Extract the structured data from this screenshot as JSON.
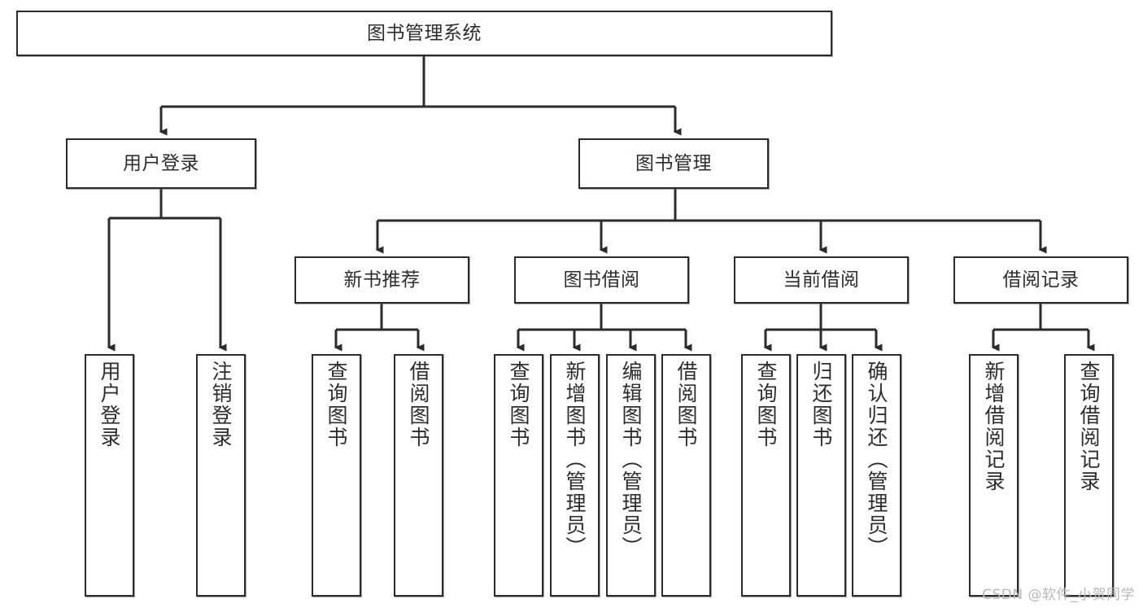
{
  "diagram": {
    "type": "tree",
    "title": "图书管理系统",
    "orientation": "top-down",
    "colors": {
      "box_border": "#2b2b2b",
      "box_fill": "#ffffff",
      "connector": "#2b2b2b",
      "text": "#2d2d2d",
      "watermark": "#b8b8b8",
      "background": "#ffffff"
    },
    "root": {
      "label": "图书管理系统"
    },
    "level2": [
      {
        "label": "用户登录"
      },
      {
        "label": "图书管理"
      }
    ],
    "level3": [
      {
        "label": "新书推荐"
      },
      {
        "label": "图书借阅"
      },
      {
        "label": "当前借阅"
      },
      {
        "label": "借阅记录"
      }
    ],
    "leaves": {
      "user_login": [
        {
          "label": "用户登录"
        },
        {
          "label": "注销登录"
        }
      ],
      "new_book": [
        {
          "label": "查询图书"
        },
        {
          "label": "借阅图书"
        }
      ],
      "borrow_book": [
        {
          "label": "查询图书"
        },
        {
          "label": "新增图书（管理员）"
        },
        {
          "label": "编辑图书（管理员）"
        },
        {
          "label": "借阅图书"
        }
      ],
      "current_borrow": [
        {
          "label": "查询图书"
        },
        {
          "label": "归还图书"
        },
        {
          "label": "确认归还（管理员）"
        }
      ],
      "borrow_record": [
        {
          "label": "新增借阅记录"
        },
        {
          "label": "查询借阅记录"
        }
      ]
    }
  },
  "watermark": {
    "text": "CSDN @软件_小贺同学"
  }
}
